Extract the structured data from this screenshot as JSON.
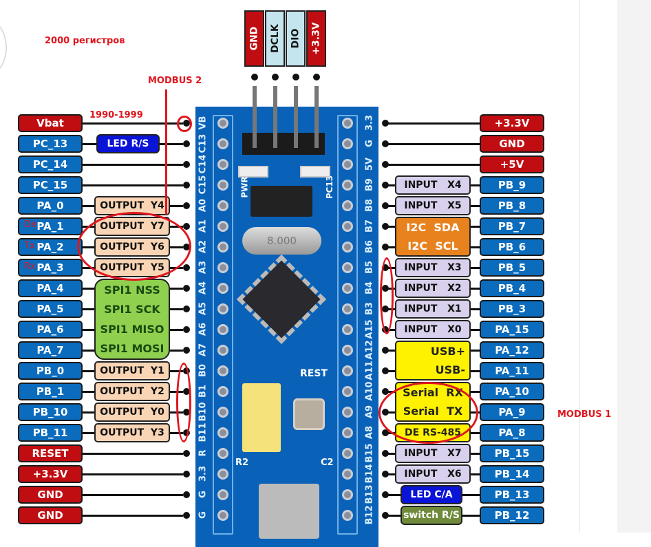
{
  "annotations": {
    "registers": "2000 регистров",
    "modbus2": "MODBUS 2",
    "range": "1990-1999",
    "de": "De",
    "tx": "Tx",
    "rx": "Rx",
    "modbus1": "MODBUS 1"
  },
  "colors": {
    "power": "#c00d12",
    "gpio": "#0b6cbd",
    "output": "#fad5b5",
    "input": "#d8d0ec",
    "spi": "#8fd14f",
    "i2c": "#e8821e",
    "usb": "#fff200",
    "led": "#0a14d6",
    "switch": "#6e8a3a",
    "header_data": "#c4e4ee",
    "annotation": "#e0161e"
  },
  "top_header": [
    {
      "label": "GND",
      "type": "power"
    },
    {
      "label": "DCLK",
      "type": "header_data"
    },
    {
      "label": "DIO",
      "type": "header_data"
    },
    {
      "label": "+3.3V",
      "type": "power"
    }
  ],
  "left_pins": [
    {
      "label": "Vbat",
      "type": "power",
      "silk": "VB"
    },
    {
      "label": "PC_13",
      "type": "gpio",
      "silk": "C13"
    },
    {
      "label": "PC_14",
      "type": "gpio",
      "silk": "C14"
    },
    {
      "label": "PC_15",
      "type": "gpio",
      "silk": "C15"
    },
    {
      "label": "PA_0",
      "type": "gpio",
      "silk": "A0"
    },
    {
      "label": "PA_1",
      "type": "gpio",
      "silk": "A1"
    },
    {
      "label": "PA_2",
      "type": "gpio",
      "silk": "A2"
    },
    {
      "label": "PA_3",
      "type": "gpio",
      "silk": "A3"
    },
    {
      "label": "PA_4",
      "type": "gpio",
      "silk": "A4"
    },
    {
      "label": "PA_5",
      "type": "gpio",
      "silk": "A5"
    },
    {
      "label": "PA_6",
      "type": "gpio",
      "silk": "A6"
    },
    {
      "label": "PA_7",
      "type": "gpio",
      "silk": "A7"
    },
    {
      "label": "PB_0",
      "type": "gpio",
      "silk": "B0"
    },
    {
      "label": "PB_1",
      "type": "gpio",
      "silk": "B1"
    },
    {
      "label": "PB_10",
      "type": "gpio",
      "silk": "B10"
    },
    {
      "label": "PB_11",
      "type": "gpio",
      "silk": "B11"
    },
    {
      "label": "RESET",
      "type": "power",
      "silk": "R"
    },
    {
      "label": "+3.3V",
      "type": "power",
      "silk": "3.3"
    },
    {
      "label": "GND",
      "type": "power",
      "silk": "G"
    },
    {
      "label": "GND",
      "type": "power",
      "silk": "G"
    }
  ],
  "right_pins": [
    {
      "label": "+3.3V",
      "type": "power",
      "silk": "3.3"
    },
    {
      "label": "GND",
      "type": "power",
      "silk": "G"
    },
    {
      "label": "+5V",
      "type": "power",
      "silk": "5V"
    },
    {
      "label": "PB_9",
      "type": "gpio",
      "silk": "B9"
    },
    {
      "label": "PB_8",
      "type": "gpio",
      "silk": "B8"
    },
    {
      "label": "PB_7",
      "type": "gpio",
      "silk": "B7"
    },
    {
      "label": "PB_6",
      "type": "gpio",
      "silk": "B6"
    },
    {
      "label": "PB_5",
      "type": "gpio",
      "silk": "B5"
    },
    {
      "label": "PB_4",
      "type": "gpio",
      "silk": "B4"
    },
    {
      "label": "PB_3",
      "type": "gpio",
      "silk": "B3"
    },
    {
      "label": "PA_15",
      "type": "gpio",
      "silk": "A15"
    },
    {
      "label": "PA_12",
      "type": "gpio",
      "silk": "A12"
    },
    {
      "label": "PA_11",
      "type": "gpio",
      "silk": "A11"
    },
    {
      "label": "PA_10",
      "type": "gpio",
      "silk": "A10"
    },
    {
      "label": "PA_9",
      "type": "gpio",
      "silk": "A9"
    },
    {
      "label": "PA_8",
      "type": "gpio",
      "silk": "A8"
    },
    {
      "label": "PB_15",
      "type": "gpio",
      "silk": "B15"
    },
    {
      "label": "PB_14",
      "type": "gpio",
      "silk": "B14"
    },
    {
      "label": "PB_13",
      "type": "gpio",
      "silk": "B13"
    },
    {
      "label": "PB_12",
      "type": "gpio",
      "silk": "B12"
    }
  ],
  "left_functions": [
    {
      "row": 1,
      "rows": 1,
      "type": "led",
      "lines": [
        "LED R/S"
      ]
    },
    {
      "row": 4,
      "rows": 1,
      "type": "output",
      "lines": [
        "OUTPUT  Y4"
      ]
    },
    {
      "row": 5,
      "rows": 1,
      "type": "output",
      "lines": [
        "OUTPUT  Y7"
      ]
    },
    {
      "row": 6,
      "rows": 1,
      "type": "output",
      "lines": [
        "OUTPUT  Y6"
      ]
    },
    {
      "row": 7,
      "rows": 1,
      "type": "output",
      "lines": [
        "OUTPUT  Y5"
      ]
    },
    {
      "row": 8,
      "rows": 4,
      "type": "spi",
      "lines": [
        "SPI1 NSS",
        "SPI1 SCK",
        "SPI1 MISO",
        "SPI1 MOSI"
      ]
    },
    {
      "row": 12,
      "rows": 1,
      "type": "output",
      "lines": [
        "OUTPUT  Y1"
      ]
    },
    {
      "row": 13,
      "rows": 1,
      "type": "output",
      "lines": [
        "OUTPUT  Y2"
      ]
    },
    {
      "row": 14,
      "rows": 1,
      "type": "output",
      "lines": [
        "OUTPUT  Y0"
      ]
    },
    {
      "row": 15,
      "rows": 1,
      "type": "output",
      "lines": [
        "OUTPUT  Y3"
      ]
    }
  ],
  "right_functions": [
    {
      "row": 3,
      "rows": 1,
      "type": "input",
      "lines": [
        "INPUT   X4"
      ]
    },
    {
      "row": 4,
      "rows": 1,
      "type": "input",
      "lines": [
        "INPUT   X5"
      ]
    },
    {
      "row": 5,
      "rows": 2,
      "type": "i2c",
      "lines": [
        "I2C  SDA",
        "I2C  SCL"
      ]
    },
    {
      "row": 7,
      "rows": 1,
      "type": "input",
      "lines": [
        "INPUT   X3"
      ]
    },
    {
      "row": 8,
      "rows": 1,
      "type": "input",
      "lines": [
        "INPUT   X2"
      ]
    },
    {
      "row": 9,
      "rows": 1,
      "type": "input",
      "lines": [
        "INPUT   X1"
      ]
    },
    {
      "row": 10,
      "rows": 1,
      "type": "input",
      "lines": [
        "INPUT   X0"
      ]
    },
    {
      "row": 11,
      "rows": 2,
      "type": "usb",
      "lines": [
        "USB+",
        "USB-"
      ]
    },
    {
      "row": 13,
      "rows": 2,
      "type": "usb",
      "lines": [
        "Serial  RX",
        "Serial  TX"
      ]
    },
    {
      "row": 15,
      "rows": 1,
      "type": "usb",
      "lines": [
        "DE RS-485"
      ]
    },
    {
      "row": 16,
      "rows": 1,
      "type": "input",
      "lines": [
        "INPUT   X7"
      ]
    },
    {
      "row": 17,
      "rows": 1,
      "type": "input",
      "lines": [
        "INPUT   X6"
      ]
    },
    {
      "row": 18,
      "rows": 1,
      "type": "led",
      "lines": [
        "LED C/A"
      ]
    },
    {
      "row": 19,
      "rows": 1,
      "type": "switch",
      "lines": [
        "switch R/S"
      ]
    }
  ],
  "board": {
    "pwr_led": "PWR",
    "pc13_led": "PC13",
    "crystal": "8.000",
    "reset_button": "REST",
    "r2": "R2",
    "c2": "C2"
  }
}
